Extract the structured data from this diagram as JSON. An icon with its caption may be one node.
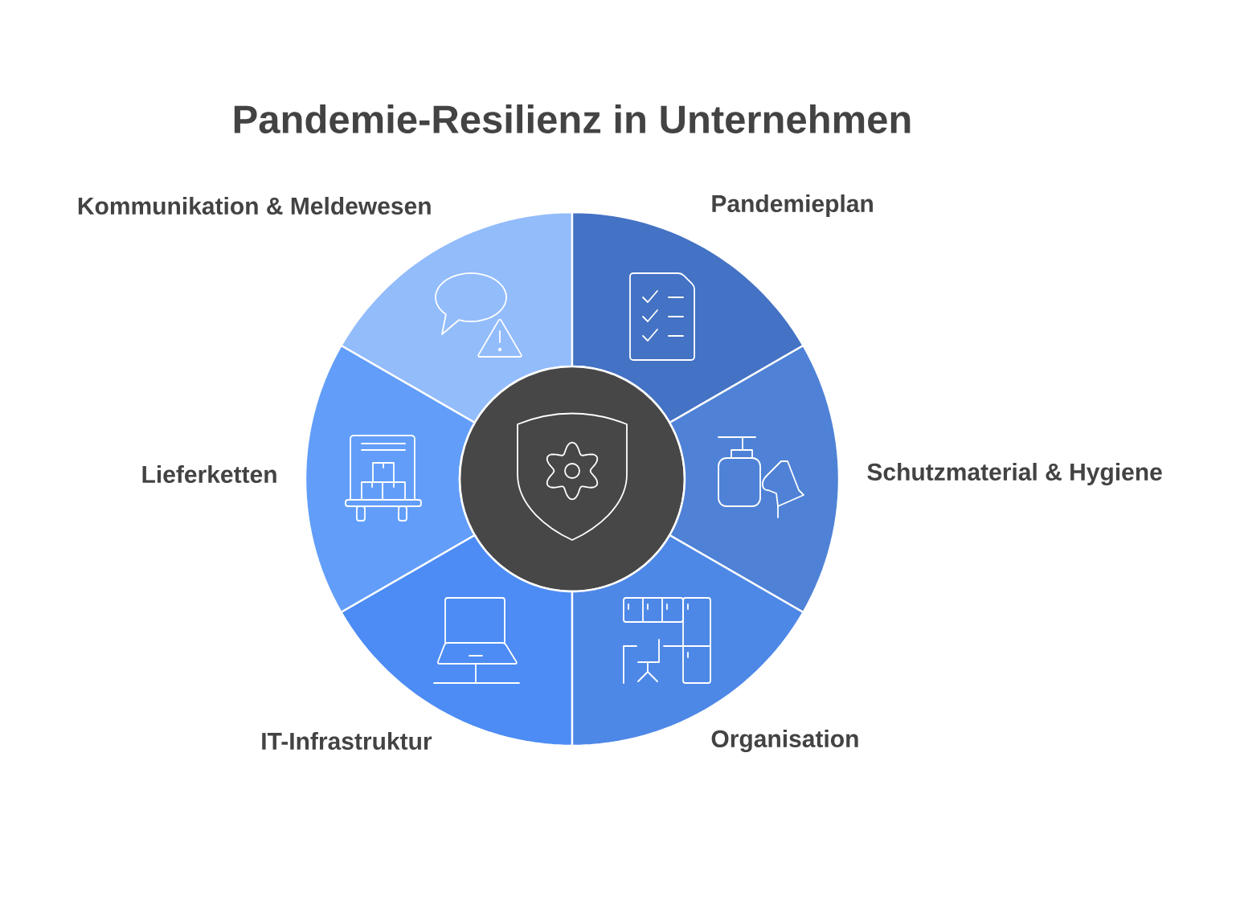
{
  "diagram": {
    "title": "Pandemie-Resilienz in Unternehmen",
    "nodes": [
      {
        "text": [
          "Kommunikation & Meldewesen"
        ]
      },
      {
        "text": [
          "Pandemieplan"
        ]
      },
      {
        "text": [
          "Lieferketten"
        ]
      },
      {
        "text": [],
        "shape": "circle"
      },
      {
        "text": [
          "Schutzmaterial & Hygiene"
        ]
      },
      {
        "text": [
          "IT-Infrastruktur"
        ]
      },
      {
        "text": [
          "Organisation"
        ]
      }
    ]
  }
}
